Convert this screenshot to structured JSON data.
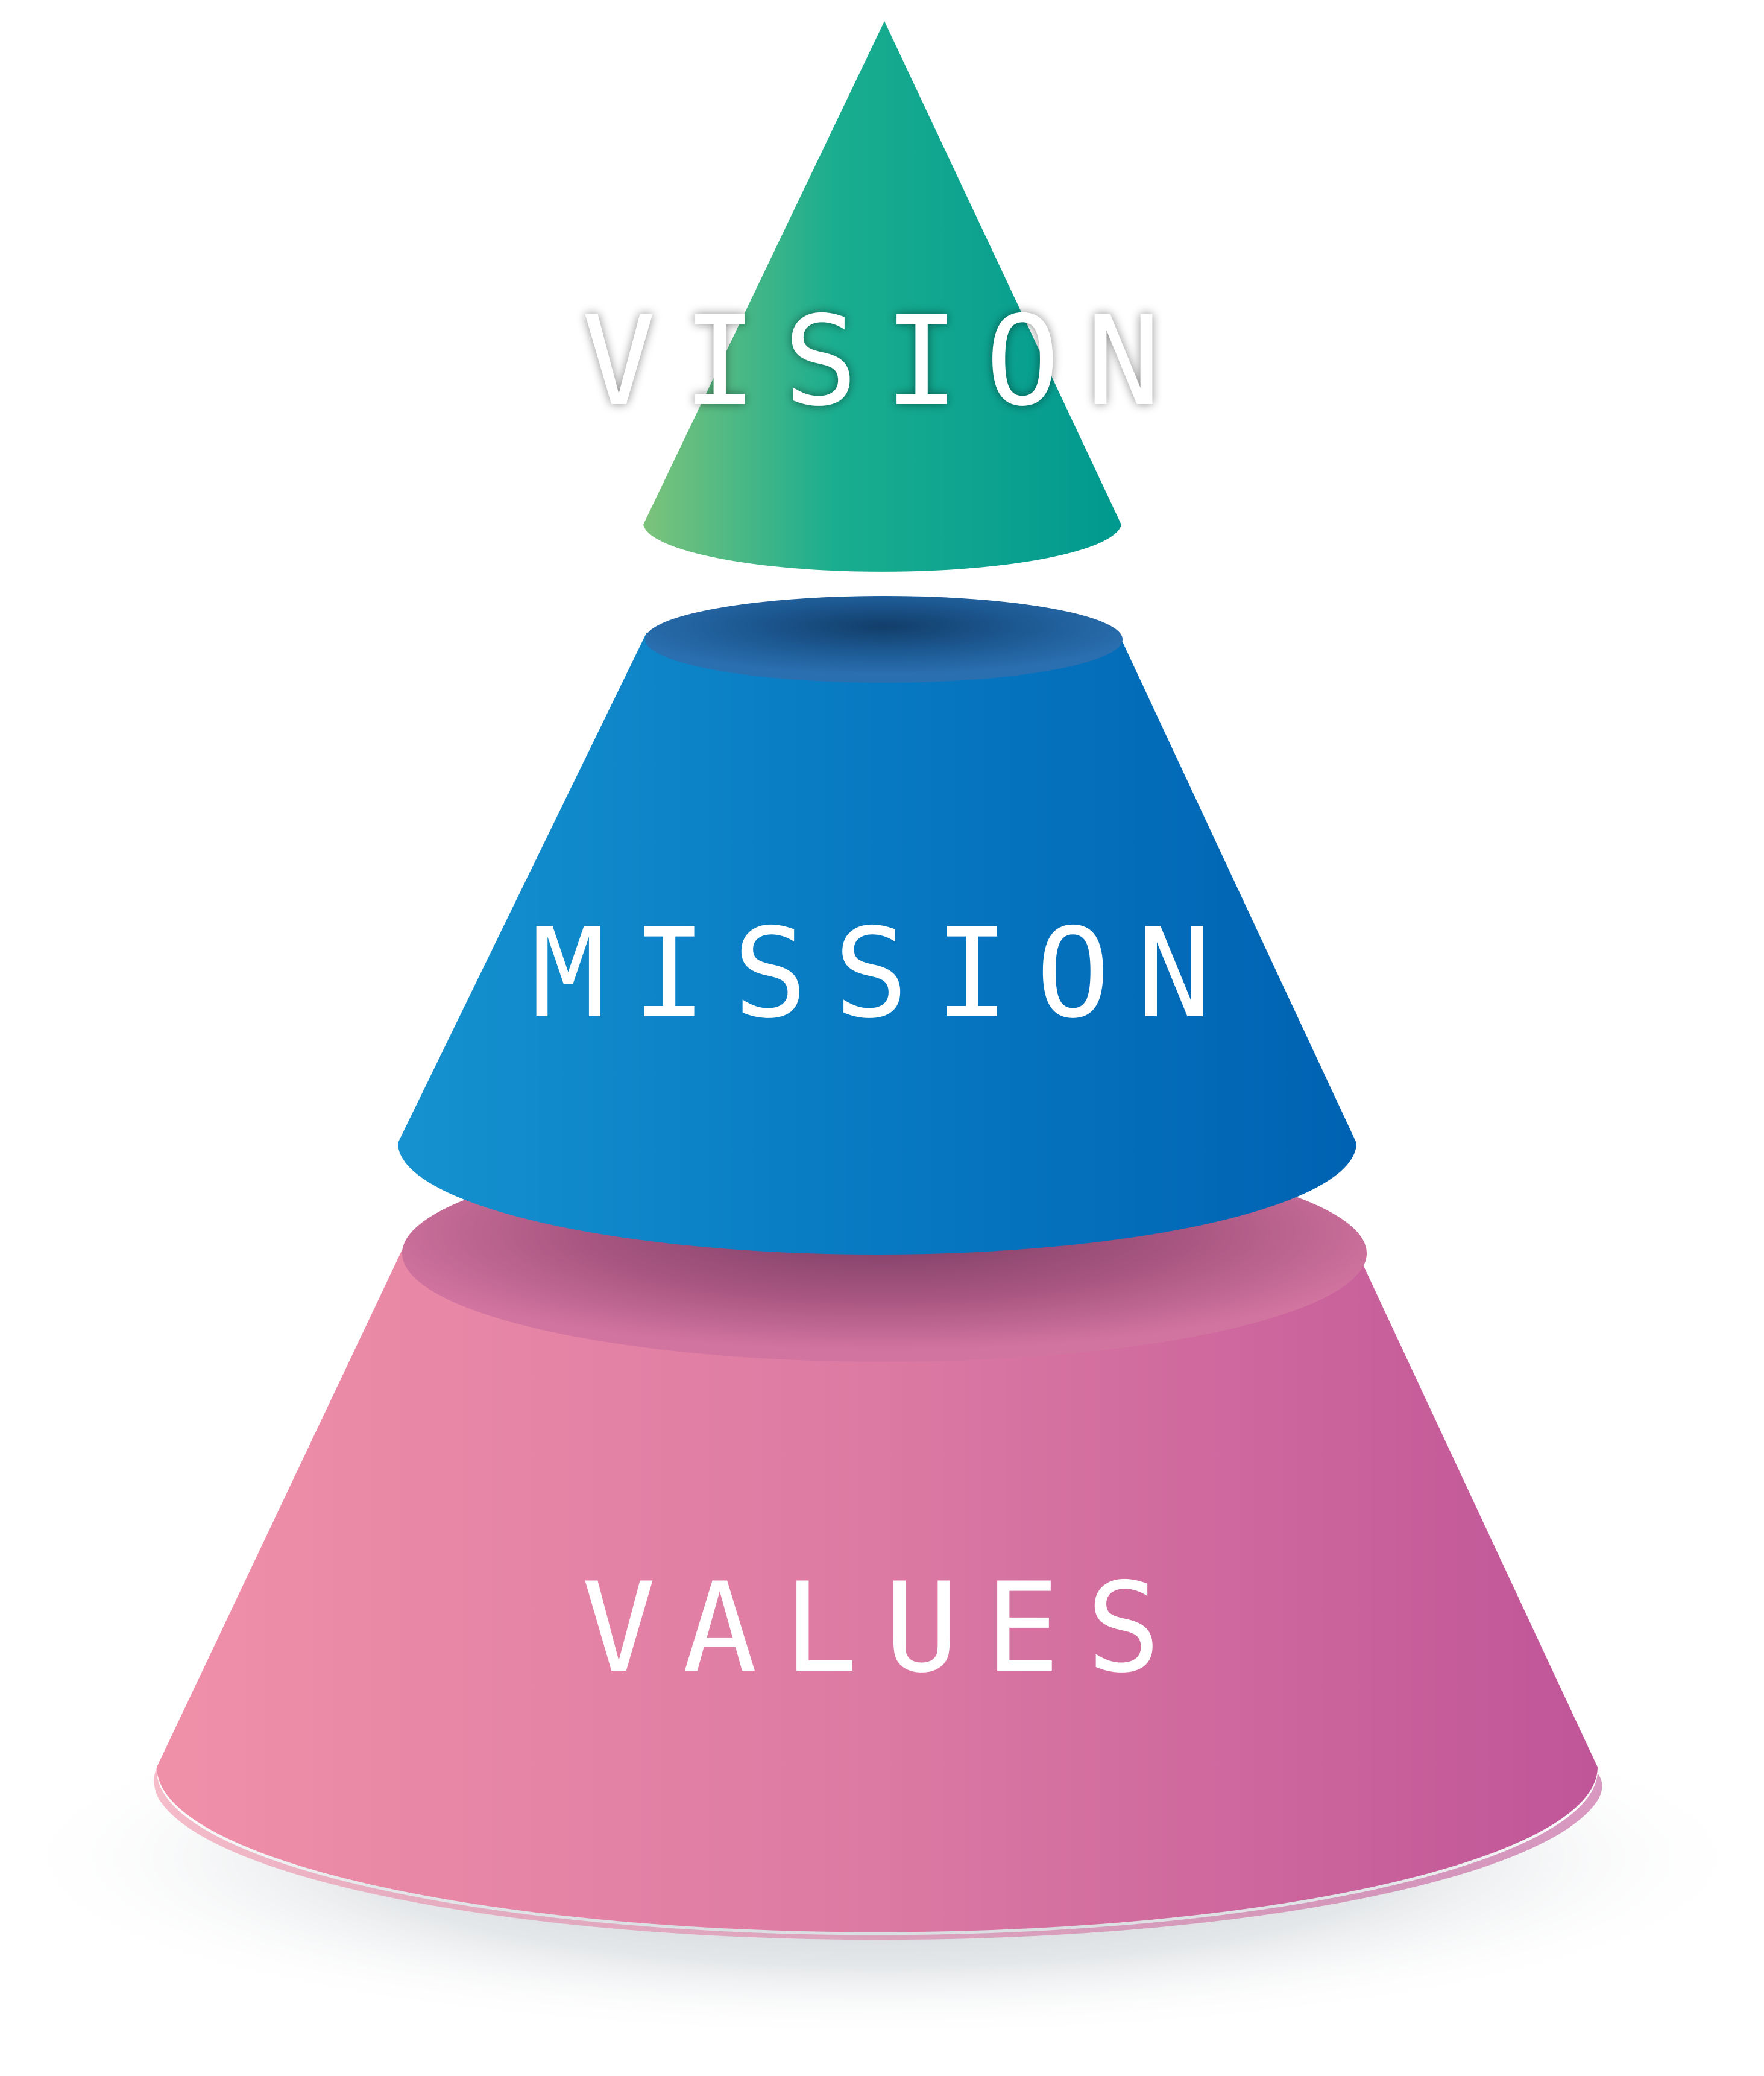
{
  "diagram": {
    "tiers": [
      {
        "id": "vision",
        "label": "VISION",
        "colors": {
          "left": "#7cc37b",
          "mid": "#1aad8f",
          "right": "#00998f"
        }
      },
      {
        "id": "mission",
        "label": "MISSION",
        "colors": {
          "left": "#1592cf",
          "mid": "#0779c2",
          "right": "#0062b2"
        }
      },
      {
        "id": "values",
        "label": "VALUES",
        "colors": {
          "left": "#f090a8",
          "mid": "#dc7aa3",
          "right": "#c05598"
        }
      }
    ],
    "background": "#ffffff",
    "shadow_color": "#a8b0b8",
    "label_color": "#ffffff"
  }
}
